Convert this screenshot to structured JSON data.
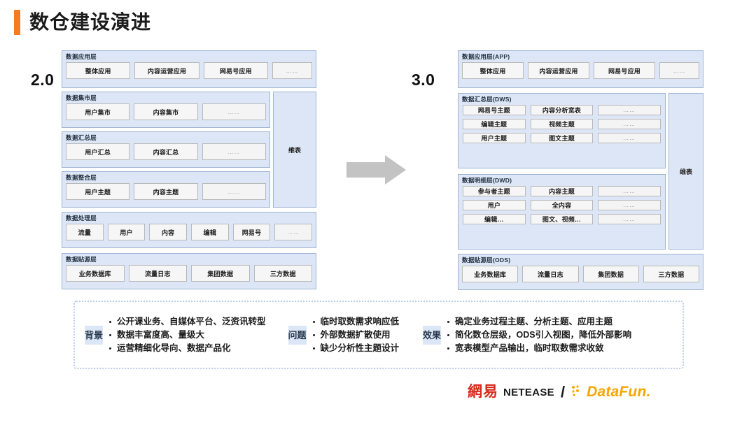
{
  "page": {
    "title": "数仓建设演进",
    "accent_color": "#f47b20",
    "layer_fill": "#dce6f6",
    "layer_border": "#9fb4d4",
    "cell_fill": "#f6f6f6"
  },
  "v2": {
    "version_label": "2.0",
    "dim_label": "维表",
    "layers": [
      {
        "title": "数据应用层",
        "cells": [
          "整体应用",
          "内容运营应用",
          "网易号应用",
          "……"
        ]
      },
      {
        "title": "数据集市层",
        "cells": [
          "用户集市",
          "内容集市",
          "……"
        ]
      },
      {
        "title": "数据汇总层",
        "cells": [
          "用户汇总",
          "内容汇总",
          "……"
        ]
      },
      {
        "title": "数据整合层",
        "cells": [
          "用户主题",
          "内容主题",
          "……"
        ]
      },
      {
        "title": "数据处理层",
        "cells": [
          "流量",
          "用户",
          "内容",
          "编辑",
          "网易号",
          "……"
        ]
      },
      {
        "title": "数据贴源层",
        "cells": [
          "业务数据库",
          "流量日志",
          "集团数据",
          "三方数据"
        ]
      }
    ]
  },
  "v3": {
    "version_label": "3.0",
    "dim_label": "维表",
    "app_layer": {
      "title": "数据应用层(APP)",
      "cells": [
        "整体应用",
        "内容运营应用",
        "网易号应用",
        "……"
      ]
    },
    "dws_layer": {
      "title": "数据汇总层(DWS)",
      "columns": [
        [
          "网易号主题",
          "编辑主题",
          "用户主题"
        ],
        [
          "内容分析宽表",
          "视频主题",
          "图文主题"
        ],
        [
          "……",
          "……",
          "……"
        ]
      ]
    },
    "dwd_layer": {
      "title": "数据明细层(DWD)",
      "columns": [
        [
          "参与者主题",
          "用户",
          "编辑…"
        ],
        [
          "内容主题",
          "全内容",
          "图文、视频…"
        ],
        [
          "……",
          "……",
          "……"
        ]
      ]
    },
    "ods_layer": {
      "title": "数据贴源层(ODS)",
      "cells": [
        "业务数据库",
        "流量日志",
        "集团数据",
        "三方数据"
      ]
    }
  },
  "summary": {
    "groups": [
      {
        "tag": "背景",
        "items": [
          "公开课业务、自媒体平台、泛资讯转型",
          "数据丰富度高、量级大",
          "运营精细化导向、数据产品化"
        ]
      },
      {
        "tag": "问题",
        "items": [
          "临时取数需求响应低",
          "外部数据扩散使用",
          "缺少分析性主题设计"
        ]
      },
      {
        "tag": "效果",
        "items": [
          "确定业务过程主题、分析主题、应用主题",
          "简化数仓层级，ODS引入视图，降低外部影响",
          "宽表模型产品输出，临时取数需求收敛"
        ]
      }
    ]
  },
  "footer": {
    "netease_cn": "網易",
    "netease_en": "NETEASE",
    "separator": "/",
    "datafun": "DataFun.",
    "netease_color": "#d8291c",
    "datafun_color": "#f7a600"
  }
}
